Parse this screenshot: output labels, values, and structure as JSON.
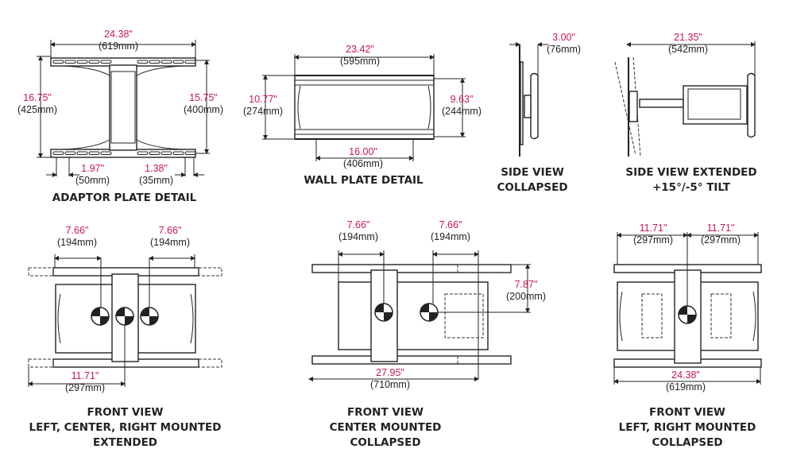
{
  "colors": {
    "dimension_inch": "#c8194b",
    "dimension_mm": "#222222",
    "line": "#222222"
  },
  "views": [
    {
      "id": "adaptor-plate",
      "caption": [
        "ADAPTOR PLATE DETAIL"
      ],
      "dims": [
        {
          "inch": "24.38\"",
          "mm": "(619mm)"
        },
        {
          "inch": "16.75\"",
          "mm": "(425mm)"
        },
        {
          "inch": "15.75\"",
          "mm": "(400mm)"
        },
        {
          "inch": "1.97\"",
          "mm": "(50mm)"
        },
        {
          "inch": "1.38\"",
          "mm": "(35mm)"
        }
      ]
    },
    {
      "id": "wall-plate",
      "caption": [
        "WALL PLATE DETAIL"
      ],
      "dims": [
        {
          "inch": "23.42\"",
          "mm": "(595mm)"
        },
        {
          "inch": "10.77\"",
          "mm": "(274mm)"
        },
        {
          "inch": "9.63\"",
          "mm": "(244mm)"
        },
        {
          "inch": "16.00\"",
          "mm": "(406mm)"
        }
      ]
    },
    {
      "id": "side-collapsed",
      "caption": [
        "SIDE VIEW",
        "COLLAPSED"
      ],
      "dims": [
        {
          "inch": "3.00\"",
          "mm": "(76mm)"
        }
      ]
    },
    {
      "id": "side-extended",
      "caption": [
        "SIDE VIEW EXTENDED",
        "+15°/-5° TILT"
      ],
      "dims": [
        {
          "inch": "21.35\"",
          "mm": "(542mm)"
        }
      ]
    },
    {
      "id": "front-extended",
      "caption": [
        "FRONT VIEW",
        "LEFT, CENTER, RIGHT MOUNTED",
        "EXTENDED"
      ],
      "dims": [
        {
          "inch": "7.66\"",
          "mm": "(194mm)"
        },
        {
          "inch": "7.66\"",
          "mm": "(194mm)"
        },
        {
          "inch": "11.71\"",
          "mm": "(297mm)"
        }
      ]
    },
    {
      "id": "front-center-collapsed",
      "caption": [
        "FRONT VIEW",
        "CENTER MOUNTED",
        "COLLAPSED"
      ],
      "dims": [
        {
          "inch": "7.66\"",
          "mm": "(194mm)"
        },
        {
          "inch": "7.66\"",
          "mm": "(194mm)"
        },
        {
          "inch": "7.87\"",
          "mm": "(200mm)"
        },
        {
          "inch": "27.95\"",
          "mm": "(710mm)"
        }
      ]
    },
    {
      "id": "front-lr-collapsed",
      "caption": [
        "FRONT VIEW",
        "LEFT, RIGHT MOUNTED",
        "COLLAPSED"
      ],
      "dims": [
        {
          "inch": "11.71\"",
          "mm": "(297mm)"
        },
        {
          "inch": "11.71\"",
          "mm": "(297mm)"
        },
        {
          "inch": "24.38\"",
          "mm": "(619mm)"
        }
      ]
    }
  ]
}
